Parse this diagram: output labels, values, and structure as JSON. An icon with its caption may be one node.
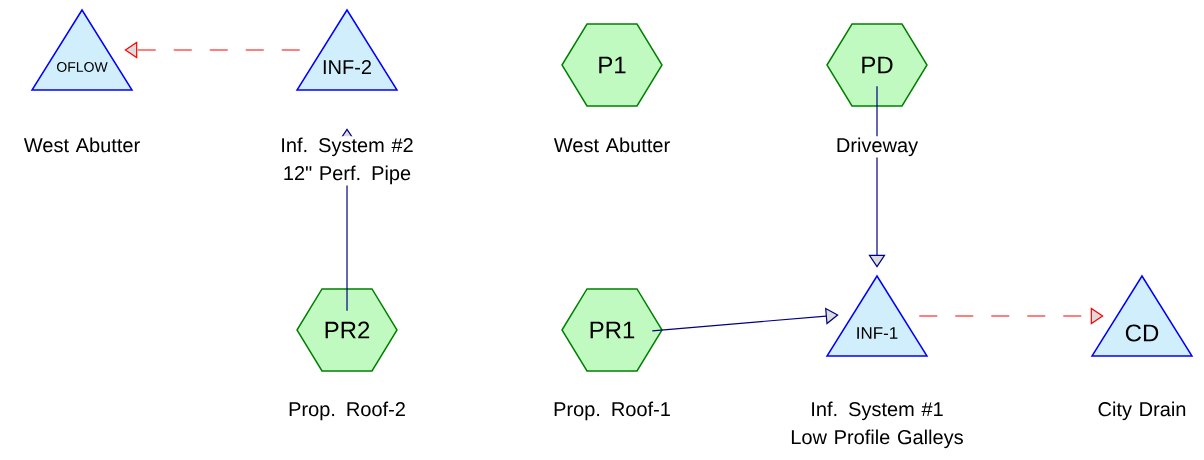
{
  "diagram": {
    "nodes": [
      {
        "text": [
          "OFLOW"
        ],
        "beside": [
          "West Abutter"
        ]
      },
      {
        "text": [
          "INF-2"
        ],
        "beside": [
          "Inf. System #2 12\" Perf. Pipe"
        ]
      },
      {
        "text": [
          "P1"
        ],
        "beside": [
          "West Abutter"
        ]
      },
      {
        "text": [
          "PD"
        ],
        "beside": [
          "Driveway"
        ]
      },
      {
        "text": [
          "PR2"
        ],
        "beside": [
          "Prop. Roof-2"
        ]
      },
      {
        "text": [
          "PR1"
        ],
        "beside": [
          "Prop. Roof-1"
        ]
      },
      {
        "text": [
          "INF-1"
        ],
        "beside": [
          "Inf. System #1 Low Profile Galleys"
        ]
      },
      {
        "text": [
          "CD"
        ],
        "beside": [
          "City Drain"
        ]
      }
    ],
    "edges": [
      {
        "from": 1,
        "to": 0,
        "arrow": "to",
        "style": "dashed",
        "color": "#ff0000"
      },
      {
        "from": 4,
        "to": 1,
        "arrow": "to"
      },
      {
        "from": 3,
        "to": 6,
        "arrow": "to"
      },
      {
        "from": 5,
        "to": 6,
        "arrow": "to"
      },
      {
        "from": 6,
        "to": 7,
        "arrow": "to",
        "style": "dashed",
        "color": "#ff0000"
      }
    ]
  }
}
